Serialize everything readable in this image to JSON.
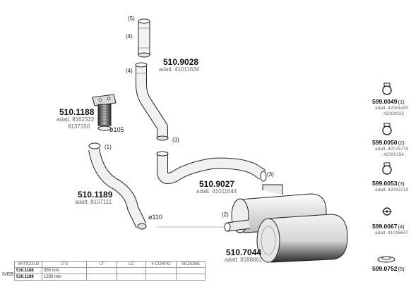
{
  "main_parts": [
    {
      "code": "510.9028",
      "ref": "adatt. 41011634"
    },
    {
      "code": "510.1188",
      "ref": "adatt. 8162322",
      "alt": "8137150"
    },
    {
      "code": "510.1189",
      "ref": "adatt. 8137111"
    },
    {
      "code": "510.9027",
      "ref": "adatt. 41011644"
    },
    {
      "code": "510.7044",
      "ref": "adatt. 8188862"
    }
  ],
  "callouts": [
    "(5)",
    "(4)",
    "(4)",
    "(3)",
    "(1)",
    "(3)",
    "(2)"
  ],
  "diameters": [
    "ø105",
    "ø110"
  ],
  "right_parts": [
    {
      "code": "599.0049",
      "qty": "(1)",
      "refs": [
        "adatt. 42081440",
        "42080023"
      ]
    },
    {
      "code": "599.0050",
      "qty": "(2)",
      "refs": [
        "adatt. 42075779",
        "42090154"
      ]
    },
    {
      "code": "599.0053",
      "qty": "(3)",
      "refs": [
        "adatt. 42092219"
      ]
    },
    {
      "code": "599.0067",
      "qty": "(4)",
      "refs": [
        "adatt. 41016647"
      ]
    },
    {
      "code": "599.0752",
      "qty": "(5)",
      "refs": []
    }
  ],
  "side_label": "IVI55",
  "table": {
    "headers": [
      "ARTICOLO",
      "LTS",
      "LT",
      "LC",
      "# CORPO",
      "SEZIONE"
    ],
    "rows": [
      [
        "510.1188",
        "355 mm",
        "",
        "",
        "",
        ""
      ],
      [
        "510.1189",
        "1230 mm",
        "",
        "",
        "",
        ""
      ]
    ]
  }
}
